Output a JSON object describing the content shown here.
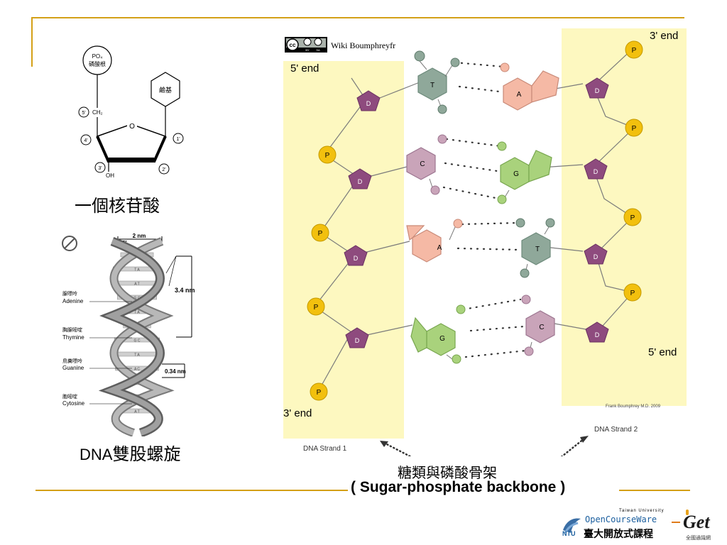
{
  "nucleotide": {
    "phosphate_line1": "PO₄",
    "phosphate_line2": "磷酸根",
    "base": "鹼基",
    "ch2": "CH₂",
    "oxygen": "O",
    "oh": "OH",
    "carbons": [
      "5'",
      "4'",
      "3'",
      "2'",
      "1'"
    ],
    "caption": "一個核苷酸"
  },
  "helix": {
    "width_label": "2 nm",
    "end5": "5'",
    "end3": "3'",
    "pitch_label": "3.4 nm",
    "rise_label": "0.34 nm",
    "pairs": [
      "G C",
      "T A",
      "A T",
      "G C",
      "T A",
      "A C",
      "G C",
      "T A",
      "A C",
      "C G",
      "T A",
      "A T"
    ],
    "bases": [
      {
        "cn": "腺嘌呤",
        "en": "Adenine"
      },
      {
        "cn": "胸腺嘧啶",
        "en": "Thymine"
      },
      {
        "cn": "鳥糞嘌呤",
        "en": "Guanine"
      },
      {
        "cn": "胞嘧啶",
        "en": "Cytosine"
      }
    ],
    "caption_prefix": "DNA",
    "caption_suffix": "雙股螺旋"
  },
  "diagram": {
    "license_credit": "Wiki Boumphreyfr",
    "cc_label": "cc",
    "cc_by": "BY",
    "cc_sa": "SA",
    "strand1_top": "5' end",
    "strand1_bottom": "3' end",
    "strand2_top": "3' end",
    "strand2_bottom": "5' end",
    "strand1_name": "DNA Strand 1",
    "strand2_name": "DNA Strand 2",
    "author": "Frank Boumphrey M.D. 2009",
    "phosphate": "P",
    "sugar": "D",
    "pairs": [
      {
        "left": "T",
        "right": "A"
      },
      {
        "left": "C",
        "right": "G"
      },
      {
        "left": "A",
        "right": "T"
      },
      {
        "left": "G",
        "right": "C"
      }
    ],
    "colors": {
      "backbone_bg": "#fdf8c0",
      "phosphate": "#f2c00e",
      "sugar": "#8e4b7e",
      "thymine": "#8fa89a",
      "adenine": "#f5b9a5",
      "cytosine": "#c9a4b9",
      "guanine": "#a9d27c"
    }
  },
  "backbone": {
    "cn": "糖類與磷酸骨架",
    "en": "( Sugar-phosphate backbone )"
  },
  "logo": {
    "tiny": "Taiwan University",
    "en": "OpenCourseWare",
    "ntu": "NTU",
    "cn": "臺大開放式課程",
    "get": "Get",
    "get_sub": "全國通識網"
  }
}
